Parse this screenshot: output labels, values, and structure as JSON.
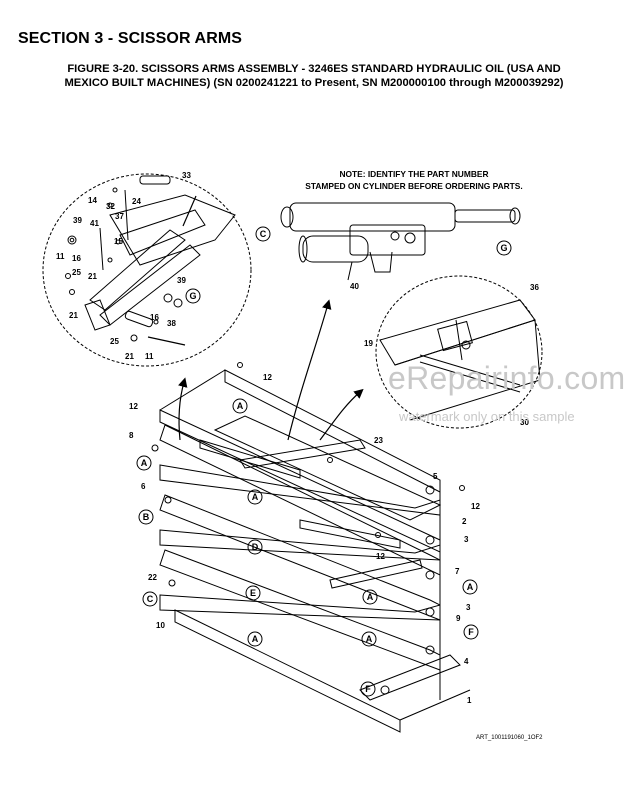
{
  "section_title": "SECTION 3 - SCISSOR ARMS",
  "figure_caption_line1": "FIGURE 3-20. SCISSORS ARMS ASSEMBLY - 3246ES STANDARD HYDRAULIC OIL (USA AND",
  "figure_caption_line2": "MEXICO BUILT MACHINES) (SN 0200241221 to Present, SN M200000100 through M200039292)",
  "note_line1": "NOTE: IDENTIFY THE PART NUMBER",
  "note_line2": "STAMPED ON CYLINDER BEFORE ORDERING PARTS.",
  "art_id": "ART_1001191060_1OF2",
  "watermark": "eRepairinfo.com",
  "watermark_sub": "watermark only on this sample",
  "callouts": {
    "detail_left": [
      "33",
      "14",
      "24",
      "32",
      "37",
      "39",
      "41",
      "15",
      "11",
      "16",
      "25",
      "21",
      "21",
      "39",
      "G",
      "16",
      "38",
      "25",
      "21",
      "11"
    ],
    "cylinder": [
      "C",
      "40",
      "G"
    ],
    "detail_right": [
      "36",
      "19",
      "30"
    ],
    "assembly": [
      "12",
      "12",
      "A",
      "8",
      "A",
      "6",
      "B",
      "A",
      "D",
      "23",
      "5",
      "12",
      "2",
      "3",
      "12",
      "7",
      "A",
      "3",
      "9",
      "F",
      "4",
      "22",
      "C",
      "E",
      "A",
      "10",
      "A",
      "A",
      "F",
      "1"
    ]
  }
}
